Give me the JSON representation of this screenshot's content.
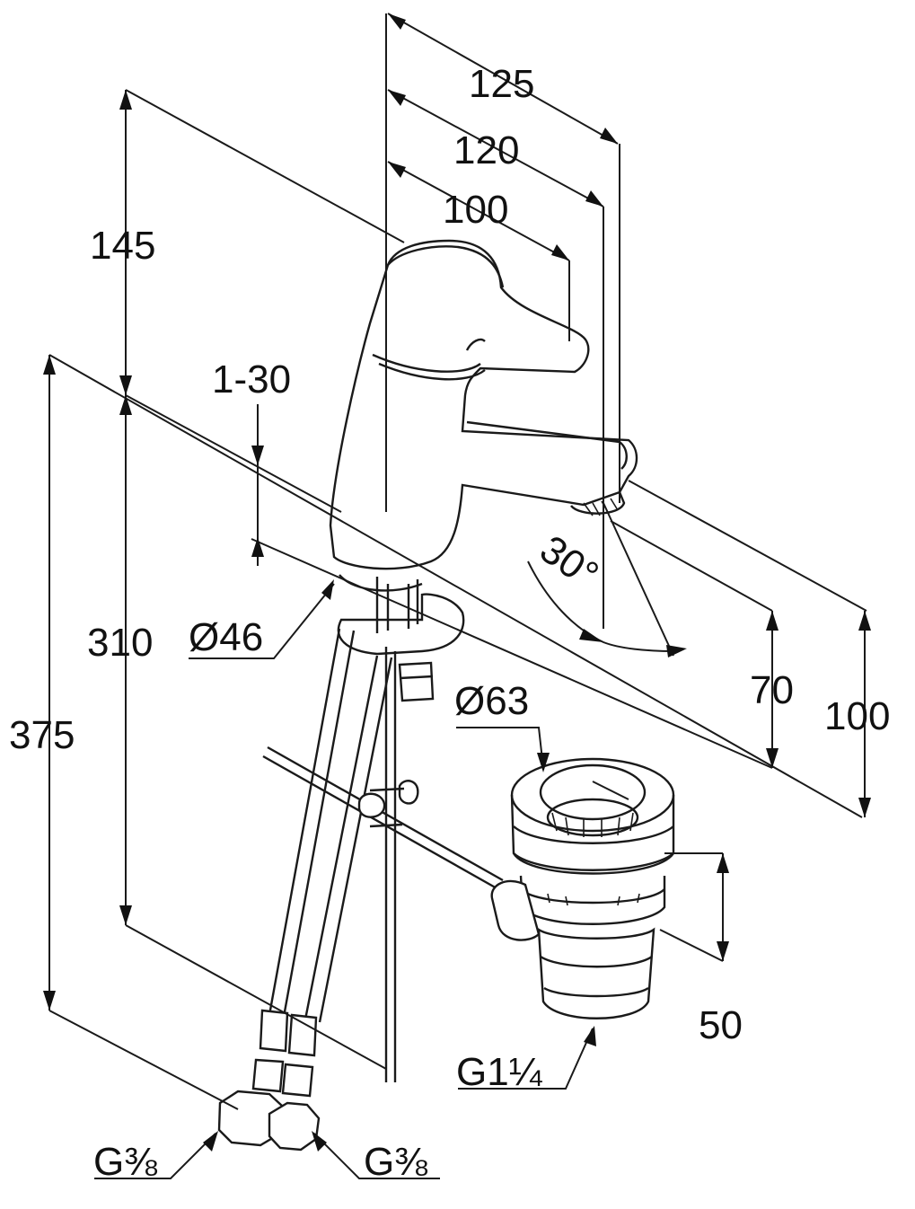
{
  "dimensions": {
    "d125": "125",
    "d120": "120",
    "d100_top": "100",
    "d145": "145",
    "d1_30": "1-30",
    "d310": "310",
    "d46": "Ø46",
    "d375": "375",
    "d30deg": "30°",
    "d63": "Ø63",
    "d70": "70",
    "d100_right": "100",
    "d50": "50",
    "g1_1_4": "G1¼",
    "g3_8_left": "G⅜",
    "g3_8_right": "G⅜"
  }
}
